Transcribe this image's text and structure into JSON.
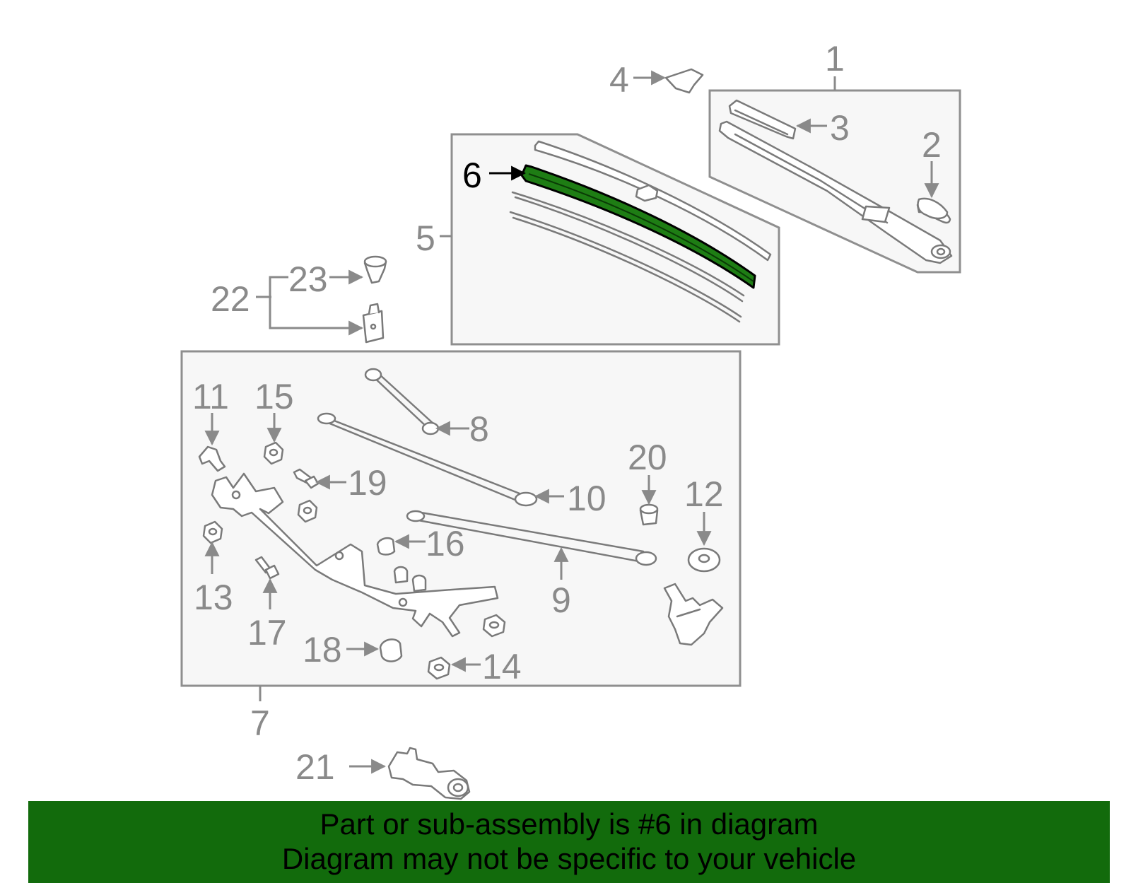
{
  "diagram": {
    "highlight_part": "6",
    "highlight_color": "#1e7d14",
    "labels": {
      "n1": "1",
      "n2": "2",
      "n3": "3",
      "n4": "4",
      "n5": "5",
      "n6": "6",
      "n7": "7",
      "n8": "8",
      "n9": "9",
      "n10": "10",
      "n11": "11",
      "n12": "12",
      "n13": "13",
      "n14": "14",
      "n15": "15",
      "n16": "16",
      "n17": "17",
      "n18": "18",
      "n19": "19",
      "n20": "20",
      "n21": "21",
      "n22": "22",
      "n23": "23"
    }
  },
  "banner": {
    "background": "#126b0c",
    "line1": "Part or sub-assembly is #6 in diagram",
    "line2": "Diagram may not be specific to your vehicle"
  }
}
